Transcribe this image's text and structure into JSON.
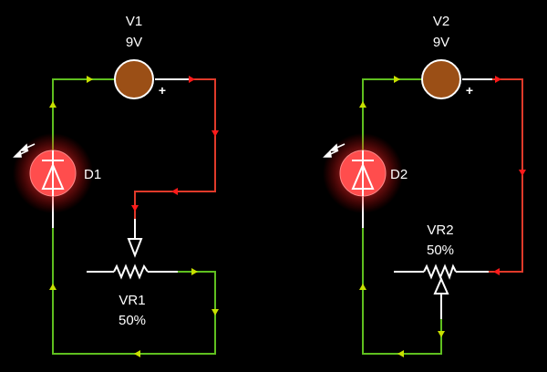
{
  "colors": {
    "background": "#000000",
    "wire_idle": "#ffffff",
    "wire_low": "#5fbf1f",
    "wire_high": "#e03a2a",
    "battery_fill": "#9b4f16",
    "led_fill": "#ff4d4d",
    "led_glow": "#ff3b3b",
    "arrow_green": "#c8e000",
    "arrow_red": "#ff1a1a"
  },
  "circuit1": {
    "battery_name": "V1",
    "battery_value": "9V",
    "battery_plus": "+",
    "led_label": "D1",
    "pot_name": "VR1",
    "pot_value": "50%"
  },
  "circuit2": {
    "battery_name": "V2",
    "battery_value": "9V",
    "battery_plus": "+",
    "led_label": "D2",
    "pot_name": "VR2",
    "pot_value": "50%"
  }
}
